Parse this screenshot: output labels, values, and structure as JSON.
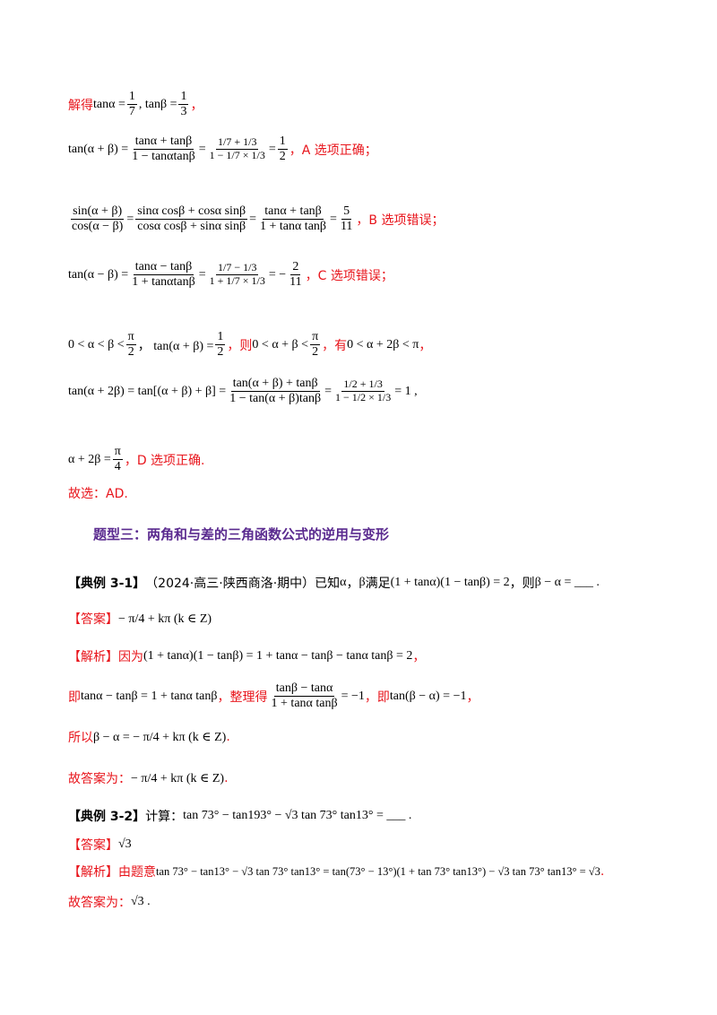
{
  "lines": {
    "l1_red": "解得",
    "l1_math_a": "tanα =",
    "l1_frac_a_num": "1",
    "l1_frac_a_den": "7",
    "l1_math_b": ", tanβ =",
    "l1_frac_b_num": "1",
    "l1_frac_b_den": "3",
    "l1_tail": "，",
    "l2_lhs": "tan(α + β) =",
    "l2_f1_num": "tanα + tanβ",
    "l2_f1_den": "1 − tanαtanβ",
    "l2_eq": "=",
    "l2_f2_num": "1/7 + 1/3",
    "l2_f2_den": "1 − 1/7 × 1/3",
    "l2_eq2": "=",
    "l2_f3_num": "1",
    "l2_f3_den": "2",
    "l2_red": "，A 选项正确；",
    "l3_f0_num": "sin(α + β)",
    "l3_f0_den": "cos(α − β)",
    "l3_eq1": "=",
    "l3_f1_num": "sinα cosβ + cosα sinβ",
    "l3_f1_den": "cosα cosβ + sinα sinβ",
    "l3_eq2": "=",
    "l3_f2_num": "tanα + tanβ",
    "l3_f2_den": "1 + tanα tanβ",
    "l3_eq3": "=",
    "l3_f3_num": "5",
    "l3_f3_den": "11",
    "l3_red": "，B 选项错误；",
    "l4_lhs": "tan(α − β) =",
    "l4_f1_num": "tanα − tanβ",
    "l4_f1_den": "1 + tanαtanβ",
    "l4_eq": "=",
    "l4_f2_num": "1/7 − 1/3",
    "l4_f2_den": "1 + 1/7 × 1/3",
    "l4_eq2": "= −",
    "l4_f3_num": "2",
    "l4_f3_den": "11",
    "l4_red": "，C 选项错误；",
    "l5_m1": "0 < α < β <",
    "l5_f1_num": "π",
    "l5_f1_den": "2",
    "l5_m2": "， tan(α + β) =",
    "l5_f2_num": "1",
    "l5_f2_den": "2",
    "l5_red1": "，则",
    "l5_m3": "0 < α + β <",
    "l5_f3_num": "π",
    "l5_f3_den": "2",
    "l5_red2": "，有",
    "l5_m4": "0 < α + 2β < π",
    "l5_red3": "，",
    "l6_lhs": "tan(α + 2β) = tan[(α + β) + β] =",
    "l6_f1_num": "tan(α + β) + tanβ",
    "l6_f1_den": "1 − tan(α + β)tanβ",
    "l6_eq": "=",
    "l6_f2_num": "1/2 + 1/3",
    "l6_f2_den": "1 − 1/2 × 1/3",
    "l6_eq2": "= 1 ,",
    "l7_m": "α + 2β =",
    "l7_f_num": "π",
    "l7_f_den": "4",
    "l7_red": "，D 选项正确.",
    "l8_red": "故选：AD."
  },
  "section_title": "题型三：两角和与差的三角函数公式的逆用与变形",
  "ex1": {
    "label": "【典例 3-1】",
    "source": "（2024·高三·陕西商洛·期中）已知",
    "alpha": "α",
    "sep": "，",
    "beta": "β",
    "cond_text": "满足",
    "cond_math": "(1 + tanα)(1 − tanβ) = 2",
    "then": "，则",
    "ask": "β − α = ___ .",
    "answer_label": "【答案】",
    "answer_math": "− π/4 + kπ (k ∈ Z)",
    "analysis_label": "【解析】",
    "a1_text": "因为",
    "a1_math": "(1 + tanα)(1 − tanβ) = 1 + tanα − tanβ − tanα tanβ = 2",
    "a1_tail": "，",
    "a2_text": "即",
    "a2_math": "tanα − tanβ = 1 + tanα tanβ",
    "a2_mid": "，整理得",
    "a2_f_num": "tanβ − tanα",
    "a2_f_den": "1 + tanα tanβ",
    "a2_math2": "= −1",
    "a2_mid2": "，即",
    "a2_math3": "tan(β − α) = −1",
    "a2_tail": "，",
    "a3_text": "所以",
    "a3_math": "β − α = − π/4 + kπ (k ∈ Z)",
    "a3_tail": ".",
    "a4_text": "故答案为：",
    "a4_math": "− π/4 + kπ (k ∈ Z)",
    "a4_tail": "."
  },
  "ex2": {
    "label": "【典例 3-2】",
    "text": "计算：",
    "math": "tan 73° − tan193° − √3 tan 73° tan13° = ___ .",
    "answer_label": "【答案】",
    "answer_math": "√3",
    "analysis_label": "【解析】",
    "a_text": "由题意",
    "a_math": "tan 73° − tan13° − √3 tan 73° tan13° = tan(73° − 13°)(1 + tan 73° tan13°) − √3 tan 73° tan13° = √3",
    "a_tail": ".",
    "final_text": "故答案为：",
    "final_math": "√3 ."
  }
}
